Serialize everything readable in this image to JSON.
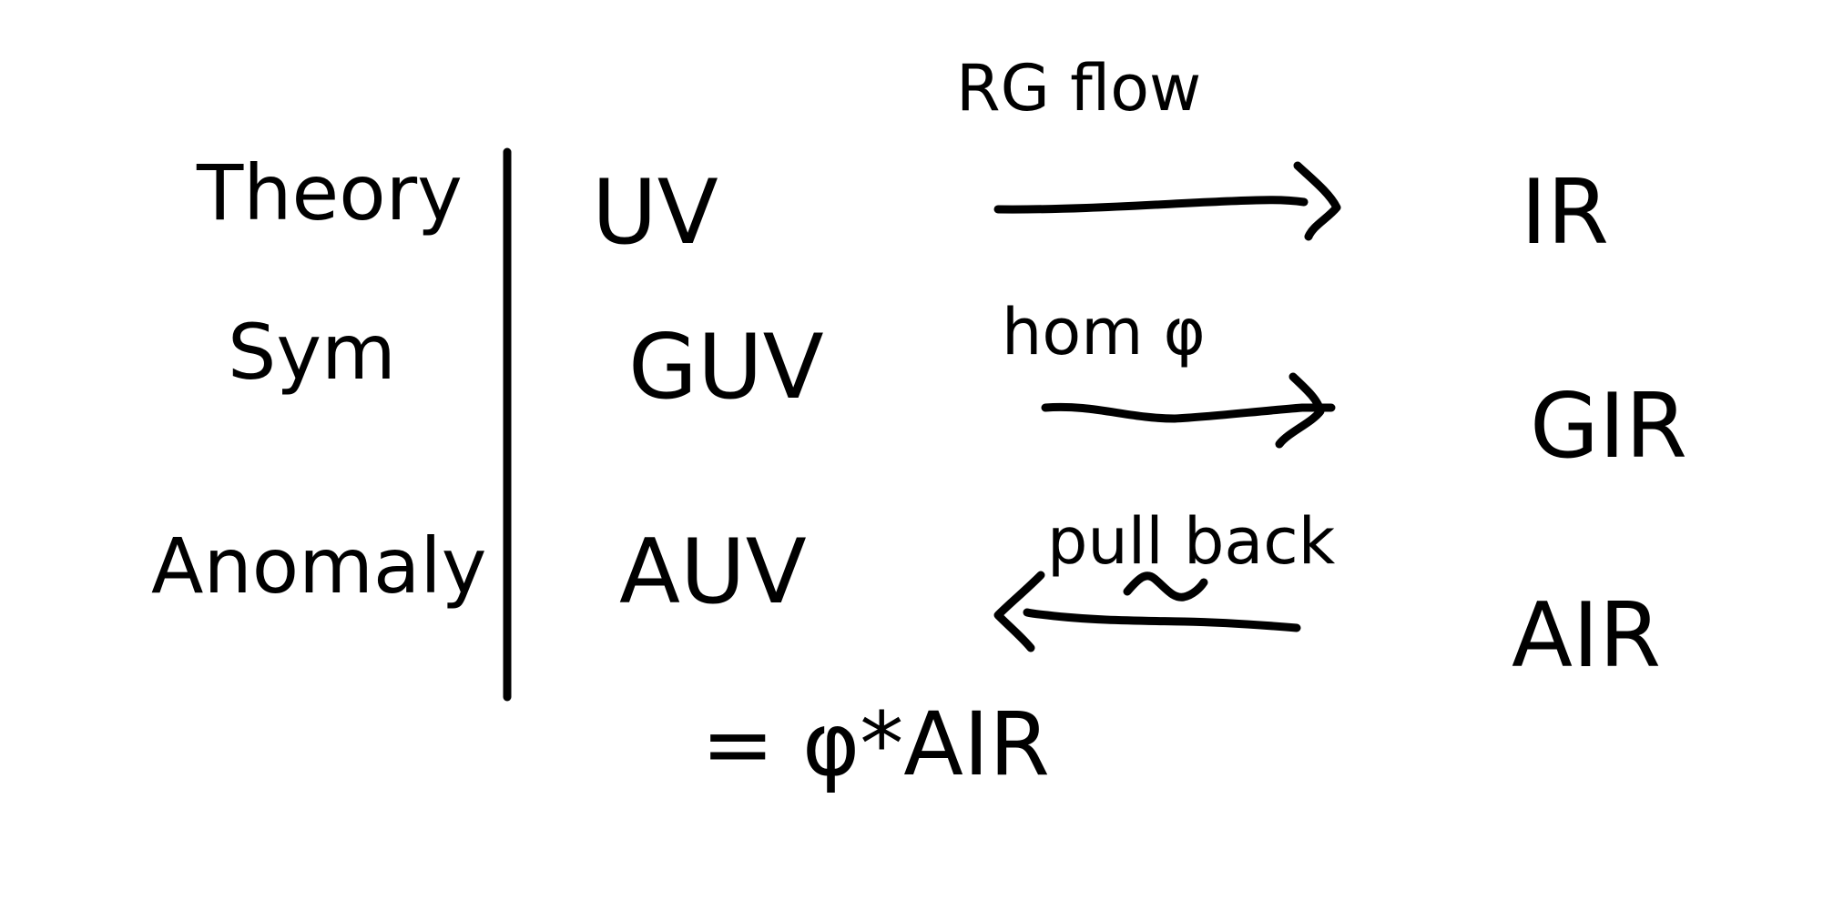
{
  "rows": {
    "theory": {
      "label": "Theory",
      "uv": "UV",
      "ir": "IR",
      "arrow_label": "RG flow",
      "arrow_direction": "right"
    },
    "sym": {
      "label": "Sym",
      "uv": "GUV",
      "ir": "GIR",
      "arrow_label": "hom φ",
      "arrow_direction": "right"
    },
    "anomaly": {
      "label": "Anomaly",
      "uv": "AUV",
      "ir": "AIR",
      "arrow_label": "pull back",
      "arrow_direction": "left"
    }
  },
  "pullback_equation": "= φ*AIR",
  "ink_color": "#000000"
}
